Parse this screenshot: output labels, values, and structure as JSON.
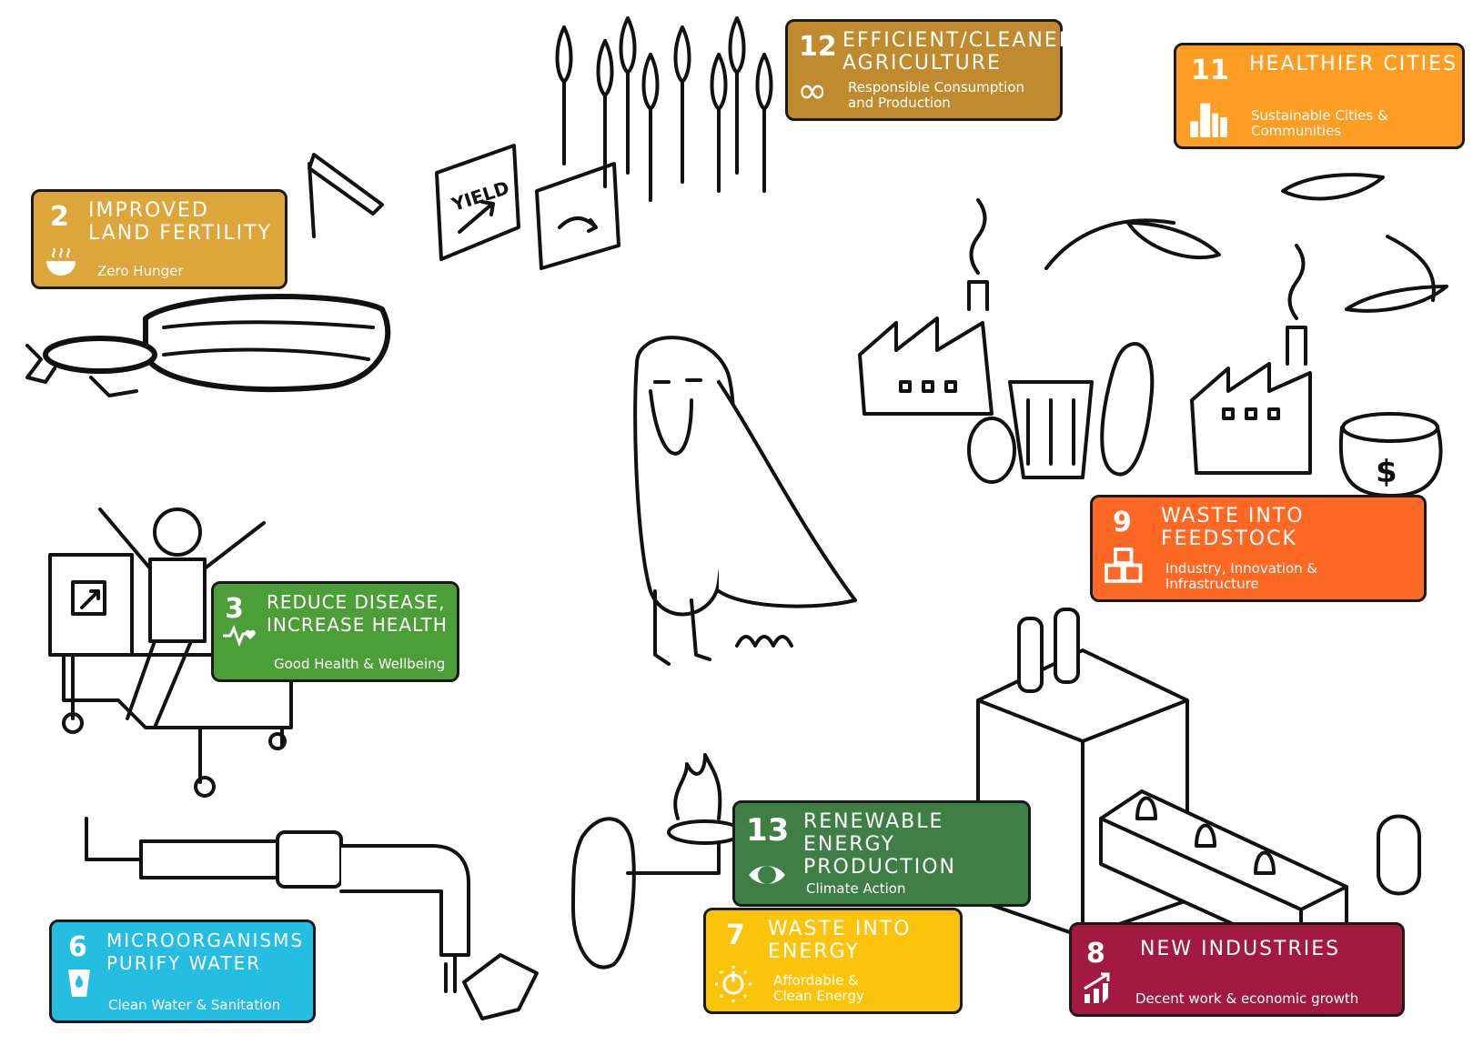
{
  "cards": [
    {
      "id": "12",
      "number": "12",
      "title": "Efficient/Cleaner Agriculture",
      "subtitle": "Responsible Consumption and Production",
      "color": "#bf8b2e",
      "icon": "infinity-icon"
    },
    {
      "id": "11",
      "number": "11",
      "title": "Healthier Cities",
      "subtitle": "Sustainable Cities & Communities",
      "color": "#fd9d24",
      "icon": "buildings-icon"
    },
    {
      "id": "2",
      "number": "2",
      "title": "Improved Land Fertility",
      "subtitle": "Zero Hunger",
      "color": "#dda63a",
      "icon": "food-bowl-icon"
    },
    {
      "id": "3",
      "number": "3",
      "title": "Reduce Disease, Increase Health",
      "subtitle": "Good Health & Wellbeing",
      "color": "#4c9f38",
      "icon": "heartbeat-icon"
    },
    {
      "id": "9",
      "number": "9",
      "title": "Waste into Feedstock",
      "subtitle": "Industry, Innovation & Infrastructure",
      "color": "#fd6925",
      "icon": "cubes-icon"
    },
    {
      "id": "13",
      "number": "13",
      "title": "Renewable Energy Production",
      "subtitle": "Climate Action",
      "color": "#3f7e44",
      "icon": "eye-globe-icon"
    },
    {
      "id": "7",
      "number": "7",
      "title": "Waste into Energy",
      "subtitle": "Affordable & Clean Energy",
      "color": "#fcc30b",
      "icon": "power-sun-icon"
    },
    {
      "id": "6",
      "number": "6",
      "title": "Microorganisms Purify Water",
      "subtitle": "Clean Water & Sanitation",
      "color": "#26bde2",
      "icon": "water-drop-icon"
    },
    {
      "id": "8",
      "number": "8",
      "title": "New Industries",
      "subtitle": "Decent work & economic growth",
      "color": "#a21942",
      "icon": "growth-chart-icon"
    }
  ],
  "signs": {
    "yield": "YIELD",
    "dollar": "$"
  }
}
